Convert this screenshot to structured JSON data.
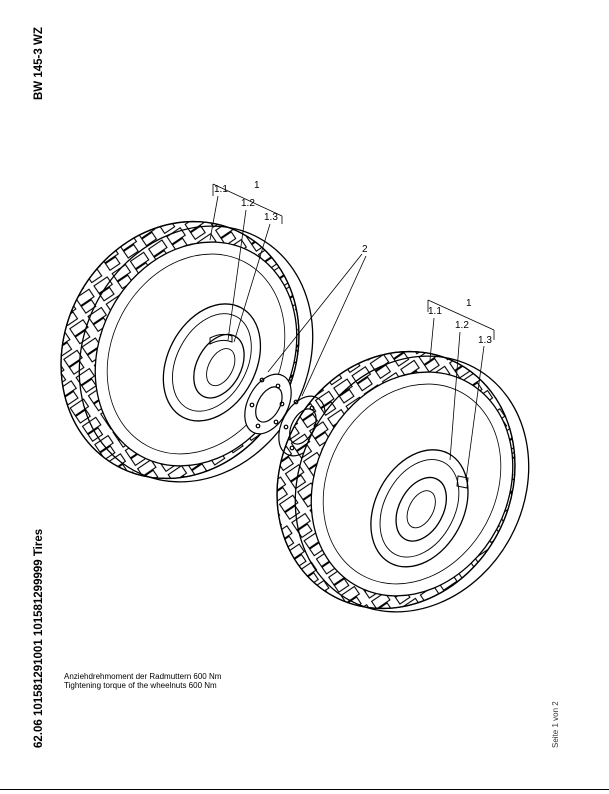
{
  "header": {
    "model": "BW 145-3 WZ",
    "part_title": "62.06 101581291001 101581299999 Tires",
    "page_label": "Seite 1 von 2"
  },
  "notes": {
    "line_de": "Anziehdrehmoment der Radmuttern 600 Nm",
    "line_en": "Tightening torque of the wheelnuts 600 Nm"
  },
  "callouts": {
    "wheel_assembly": "1",
    "tire": "1.1",
    "rim": "1.2",
    "valve": "1.3",
    "spacer_ring": "2"
  }
}
